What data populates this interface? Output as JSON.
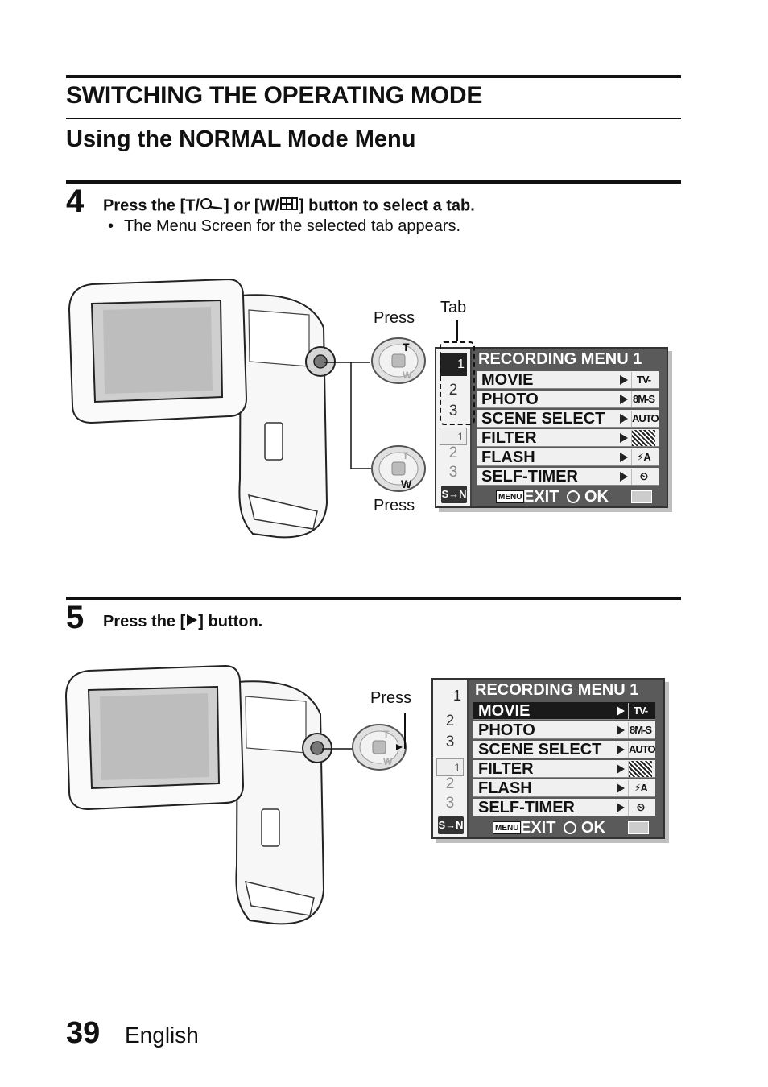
{
  "header": {
    "section_title": "SWITCHING THE OPERATING MODE",
    "subsection_title": "Using the NORMAL Mode Menu"
  },
  "step4": {
    "number": "4",
    "text_a": "Press the [T/",
    "text_b": "] or [W/",
    "text_c": "] button to select a tab.",
    "bullet": "The Menu Screen for the selected tab appears.",
    "label_press_top": "Press",
    "label_press_bottom": "Press",
    "label_tab": "Tab"
  },
  "step5": {
    "number": "5",
    "text_a": "Press the [",
    "text_b": "] button.",
    "label_press": "Press"
  },
  "menu": {
    "title": "RECORDING MENU 1",
    "tabs_group1": [
      "1",
      "2",
      "3"
    ],
    "tabs_group2": [
      "1",
      "2",
      "3"
    ],
    "mode_badge": "S→N",
    "items": [
      {
        "label": "MOVIE",
        "value": "TV-SHQ"
      },
      {
        "label": "PHOTO",
        "value": "8M-S"
      },
      {
        "label": "SCENE SELECT",
        "value": "AUTO"
      },
      {
        "label": "FILTER",
        "value": ""
      },
      {
        "label": "FLASH",
        "value": "⚡A"
      },
      {
        "label": "SELF-TIMER",
        "value": ""
      }
    ],
    "footer_menu": "MENU",
    "footer_exit": "EXIT",
    "footer_ok": "OK"
  },
  "footer": {
    "page_number": "39",
    "language": "English"
  }
}
